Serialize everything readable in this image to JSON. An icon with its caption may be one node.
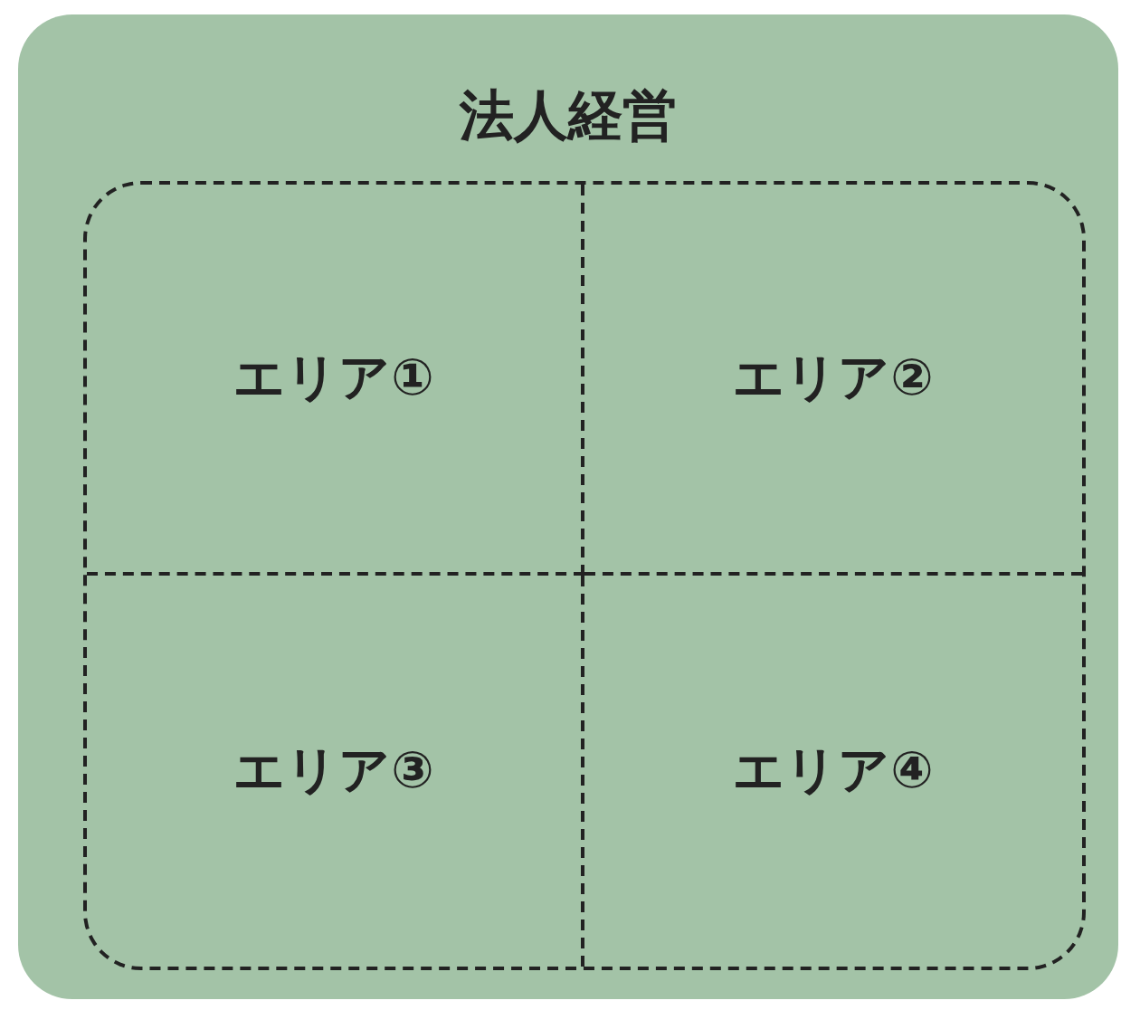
{
  "diagram": {
    "nodes": [
      {
        "text": [
          "法人経営"
        ]
      },
      {
        "text": [],
        "shape": "box",
        "in": 0
      },
      {
        "text": [
          "エリア①"
        ],
        "in": 1
      },
      {
        "text": [
          "エリア②"
        ],
        "in": 1
      },
      {
        "text": [
          "エリア③"
        ],
        "in": 1
      },
      {
        "text": [
          "エリア④"
        ],
        "in": 1
      }
    ]
  }
}
